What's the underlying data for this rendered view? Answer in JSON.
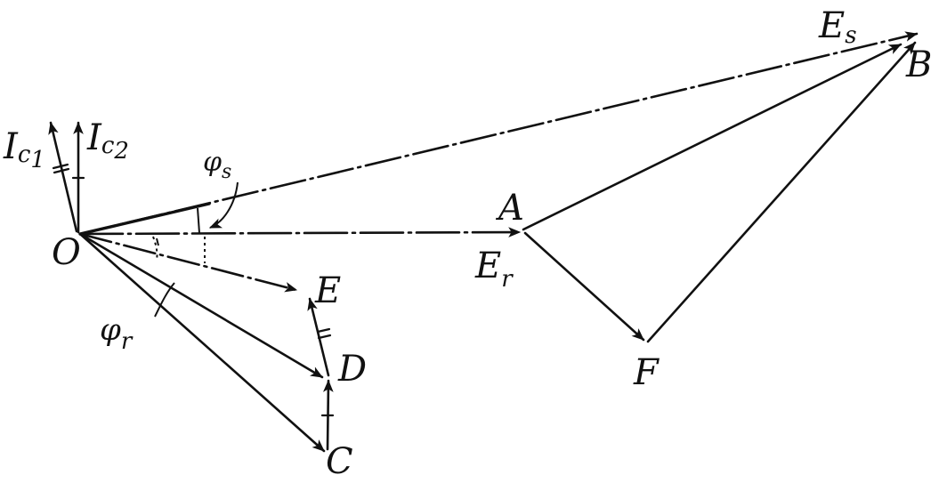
{
  "labels": {
    "O": "O",
    "A": "A",
    "B": "B",
    "C": "C",
    "D": "D",
    "E": "E",
    "F": "F",
    "Es_main": "E",
    "Es_sub": "s",
    "Er_main": "E",
    "Er_sub": "r",
    "Ic1_main": "I",
    "Ic1_sub": "c",
    "Ic1_idx": "1",
    "Ic2_main": "I",
    "Ic2_sub": "c",
    "Ic2_idx": "2",
    "phis_main": "φ",
    "phis_sub": "s",
    "phir_main": "φ",
    "phir_sub": "r"
  },
  "colors": {
    "ink": "#111111",
    "background": "#ffffff"
  }
}
